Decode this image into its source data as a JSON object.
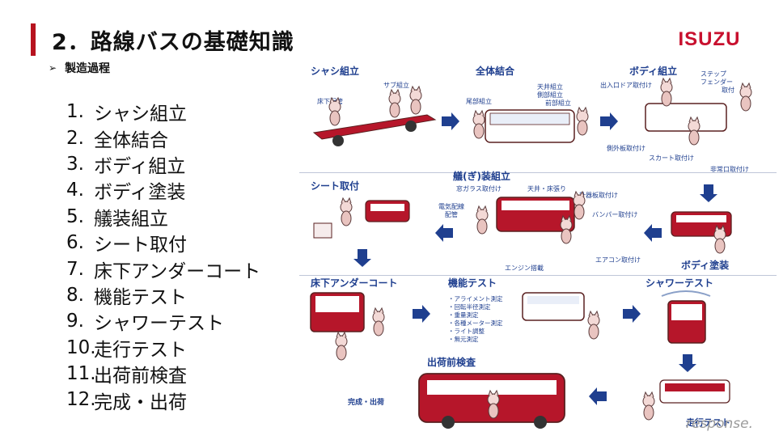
{
  "header": {
    "title": "2．路線バスの基礎知識",
    "logo_text": "ISUZU"
  },
  "subtitle": {
    "marker": "➢",
    "text": "製造過程"
  },
  "steps": [
    {
      "num": "1.",
      "label": "シャシ組立"
    },
    {
      "num": "2.",
      "label": "全体結合"
    },
    {
      "num": "3.",
      "label": "ボディ組立"
    },
    {
      "num": "4.",
      "label": "ボディ塗装"
    },
    {
      "num": "5.",
      "label": "艤装組立"
    },
    {
      "num": "6.",
      "label": "シート取付"
    },
    {
      "num": "7.",
      "label": "床下アンダーコート"
    },
    {
      "num": "8.",
      "label": "機能テスト"
    },
    {
      "num": "9.",
      "label": "シャワーテスト"
    },
    {
      "num": "10.",
      "label": "走行テスト"
    },
    {
      "num": "11.",
      "label": "出荷前検査"
    },
    {
      "num": "12.",
      "label": "完成・出荷"
    }
  ],
  "diagram": {
    "stages": {
      "chassis": "シャシ組立",
      "overall": "全体結合",
      "body": "ボディ組立",
      "seat": "シート取付",
      "outfit": "艤(ぎ)装組立",
      "paint": "ボディ塗装",
      "undercoat": "床下アンダーコート",
      "function": "機能テスト",
      "shower": "シャワーテスト",
      "preship": "出荷前検査",
      "complete": "完成・出荷",
      "drive": "走行テスト"
    },
    "sublabels": {
      "sub_assembly": "サブ組立",
      "floor_pipe": "床下配管",
      "rear_assembly": "尾部組立",
      "roof_assembly": "天井組立",
      "side_assembly": "側部組立",
      "front_assembly": "前部組立",
      "door": "出入口ドア取付け",
      "step": "ステップ",
      "fender": "フェンダー",
      "fender_mount": "取付",
      "side_panel": "側外板取付け",
      "skirt": "スカート取付け",
      "emergency": "非常口取付け",
      "window": "窓ガラス取付け",
      "ceiling": "天井・床張り",
      "gauge": "計器板取付け",
      "wiring_1": "電気配線",
      "wiring_2": "配管",
      "bumper": "バンパー取付け",
      "aircon": "エアコン取付け",
      "engine": "エンジン搭載"
    },
    "tests": [
      "・アライメント測定",
      "・回転半径測定",
      "・重量測定",
      "・各種メーター測定",
      "・ライト調整",
      "・無元測定"
    ]
  },
  "watermark": "response."
}
